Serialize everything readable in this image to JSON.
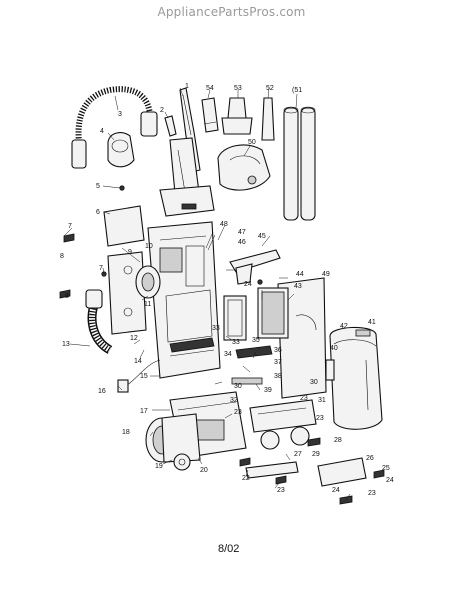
{
  "watermark": "AppliancePartsPros.com",
  "footer_code": "8/02",
  "callouts": {
    "c1": "1",
    "c2": "2",
    "c3": "3",
    "c4": "4",
    "c5": "5",
    "c6": "6",
    "c7a": "7",
    "c7b": "7",
    "c8a": "8",
    "c8b": "8",
    "c9": "9",
    "c10": "10",
    "c11": "11",
    "c12": "12",
    "c13": "13",
    "c14": "14",
    "c15": "15",
    "c16": "16",
    "c17": "17",
    "c18": "18",
    "c19": "19",
    "c20": "20",
    "c22": "22",
    "c23a": "23",
    "c23b": "23",
    "c23c": "23",
    "c23d": "23",
    "c23e": "23",
    "c24a": "24",
    "c24b": "24",
    "c24c": "24",
    "c25": "25",
    "c26": "26",
    "c27": "27",
    "c28": "28",
    "c29": "29",
    "c30a": "30",
    "c30b": "30",
    "c31": "31",
    "c32": "32",
    "c33a": "33",
    "c33b": "33",
    "c34": "34",
    "c35": "35",
    "c36": "36",
    "c37": "37",
    "c38": "38",
    "c39": "39",
    "c40": "40",
    "c41": "41",
    "c42": "42",
    "c43": "43",
    "c44": "44",
    "c45": "45",
    "c46": "46",
    "c47": "47",
    "c48": "48",
    "c49": "49",
    "c50": "50",
    "c51": "(51",
    "c52": "52",
    "c53": "53",
    "c54": "54"
  }
}
